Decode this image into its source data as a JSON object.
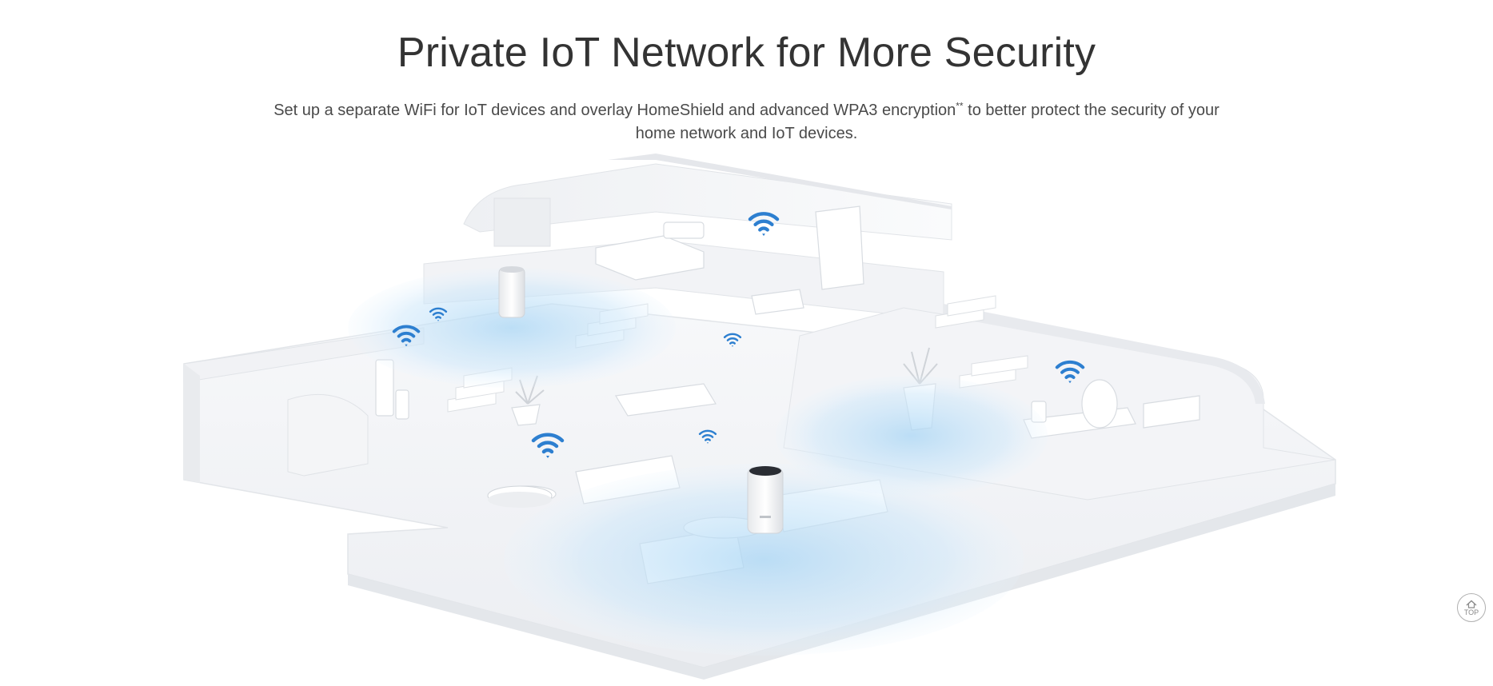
{
  "section": {
    "title": "Private IoT Network for More Security",
    "description_part1": "Set up a separate WiFi for IoT devices and overlay HomeShield and advanced WPA3 encryption",
    "description_sup": "**",
    "description_part2": " to better protect the security of your home network and IoT devices."
  },
  "illustration": {
    "wifi_color": "#2d7fd0",
    "coverage_color": "#bfe0f7"
  },
  "back_to_top": {
    "label": "TOP",
    "icon": "home-up-icon"
  }
}
